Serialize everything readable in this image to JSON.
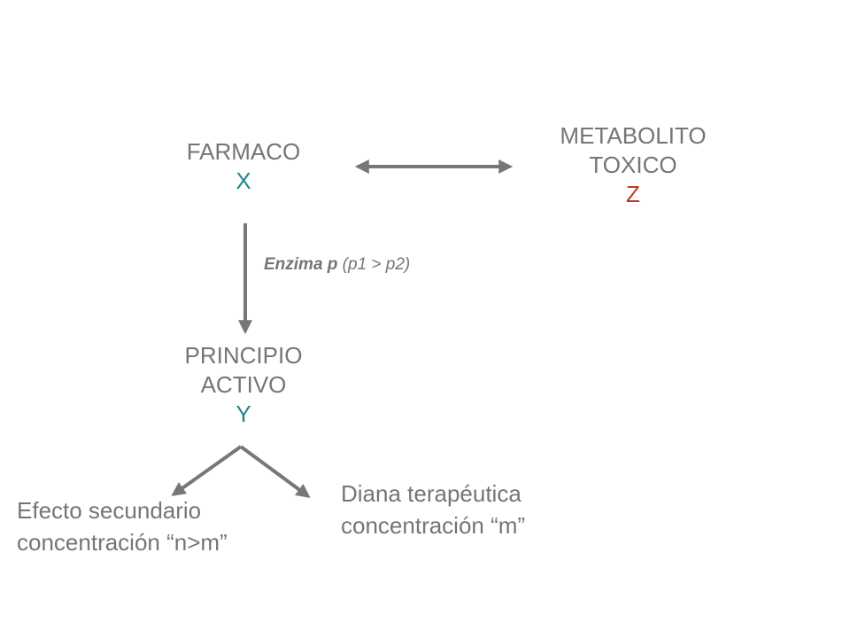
{
  "nodes": {
    "farmaco": {
      "label": "FARMACO",
      "var": "X"
    },
    "metabolito": {
      "line1": "METABOLITO",
      "line2": "TOXICO",
      "var": "Z"
    },
    "principio": {
      "line1": "PRINCIPIO",
      "line2": "ACTIVO",
      "var": "Y"
    },
    "efecto": {
      "line1": "Efecto secundario",
      "line2": "concentración “n>m”"
    },
    "diana": {
      "line1": "Diana terapéutica",
      "line2": "concentración “m”"
    }
  },
  "edge_label": {
    "bold": "Enzima p",
    "rest": " (p1 > p2)"
  },
  "colors": {
    "text": "#757575",
    "variable_teal": "#1f8a8a",
    "variable_red": "#c0392b",
    "arrow": "#777777"
  }
}
